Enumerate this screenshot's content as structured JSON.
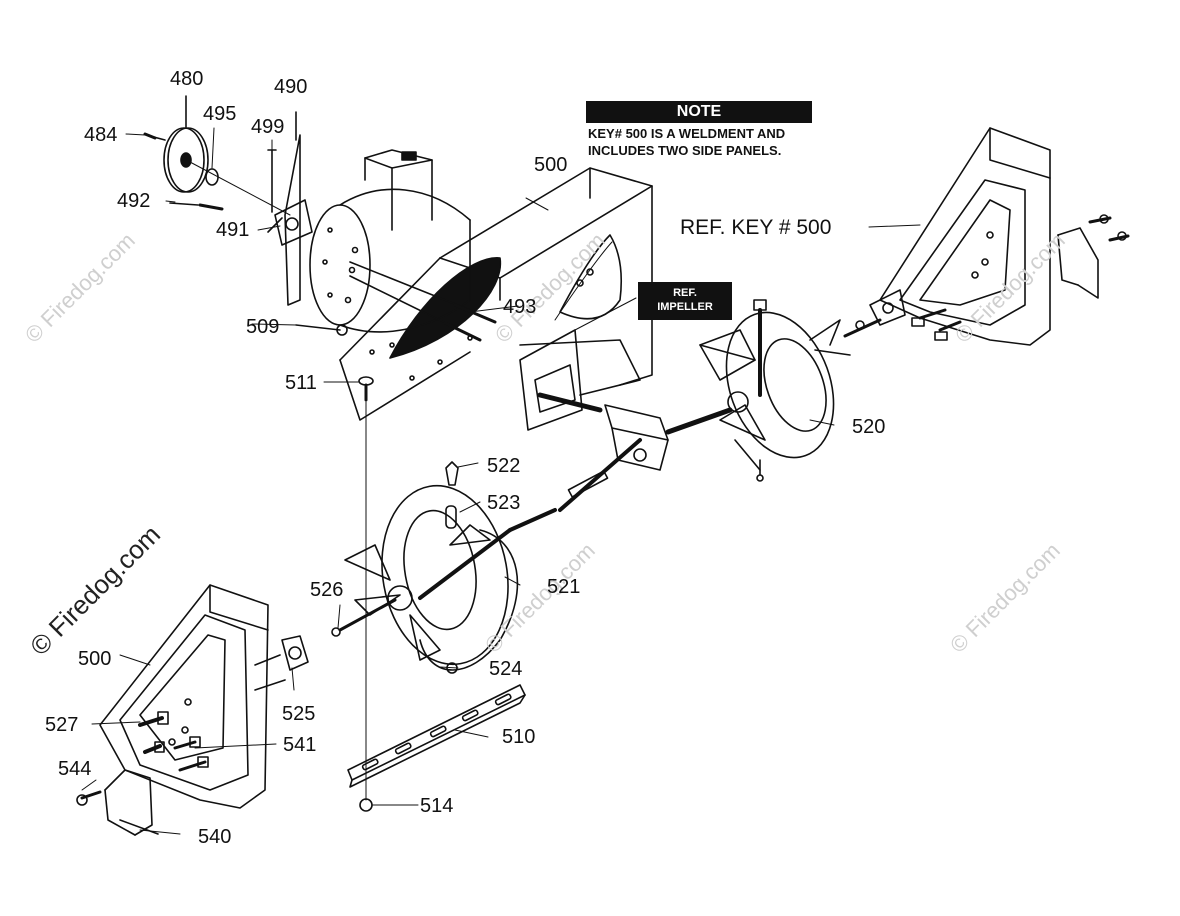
{
  "note": {
    "header": "NOTE",
    "line1": "KEY# 500 IS A WELDMENT AND",
    "line2": "INCLUDES TWO SIDE PANELS."
  },
  "ref_impeller": {
    "line1": "REF.",
    "line2": "IMPELLER"
  },
  "ref_key": "REF. KEY # 500",
  "watermark": "© Firedog.com",
  "parts": {
    "p480": "480",
    "p490": "490",
    "p495": "495",
    "p484": "484",
    "p499": "499",
    "p492": "492",
    "p491": "491",
    "p500_top": "500",
    "p509": "509",
    "p493": "493",
    "p511": "511",
    "p520": "520",
    "p522": "522",
    "p523": "523",
    "p521": "521",
    "p526": "526",
    "p500_left": "500",
    "p524": "524",
    "p525": "525",
    "p527": "527",
    "p541": "541",
    "p510": "510",
    "p544": "544",
    "p514": "514",
    "p540": "540"
  },
  "colors": {
    "line": "#111111",
    "watermark": "#cfcfcf",
    "note_bg": "#111111"
  }
}
